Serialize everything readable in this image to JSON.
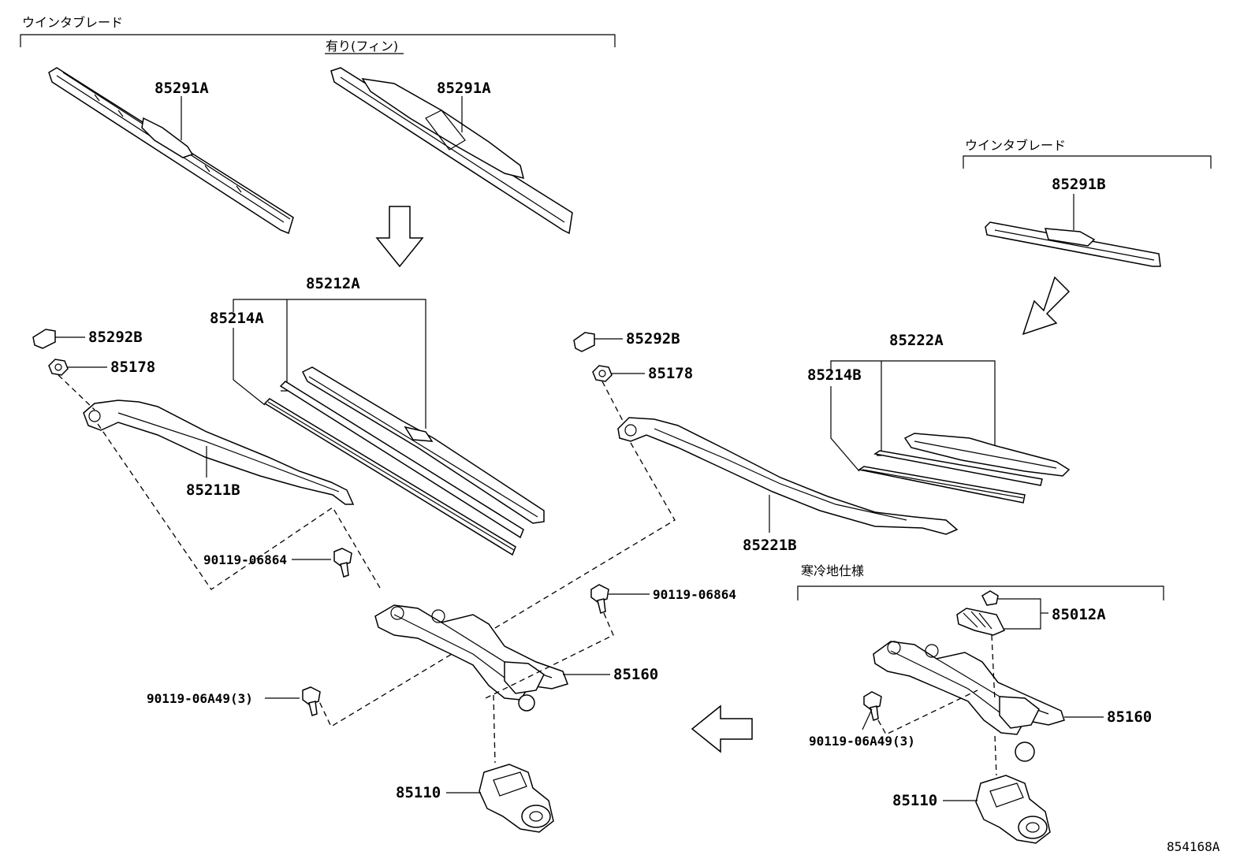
{
  "groups": {
    "winter_blade_left": "ウインタブレード",
    "with_fin": "有り(フィン)",
    "winter_blade_right": "ウインタブレード",
    "cold_region_spec": "寒冷地仕様"
  },
  "labels": {
    "p85291A_1": "85291A",
    "p85291A_2": "85291A",
    "p85291B": "85291B",
    "p85212A": "85212A",
    "p85214A": "85214A",
    "p85292B_1": "85292B",
    "p85178_1": "85178",
    "p85211B": "85211B",
    "p85292B_2": "85292B",
    "p85178_2": "85178",
    "p85221B": "85221B",
    "p85222A": "85222A",
    "p85214B": "85214B",
    "p90119_06864_1": "90119-06864",
    "p90119_06864_2": "90119-06864",
    "p90119_06A49_1": "90119-06A49(3)",
    "p90119_06A49_2": "90119-06A49(3)",
    "p85160_1": "85160",
    "p85160_2": "85160",
    "p85012A": "85012A",
    "p85110_1": "85110",
    "p85110_2": "85110",
    "diagram_id": "854168A"
  }
}
